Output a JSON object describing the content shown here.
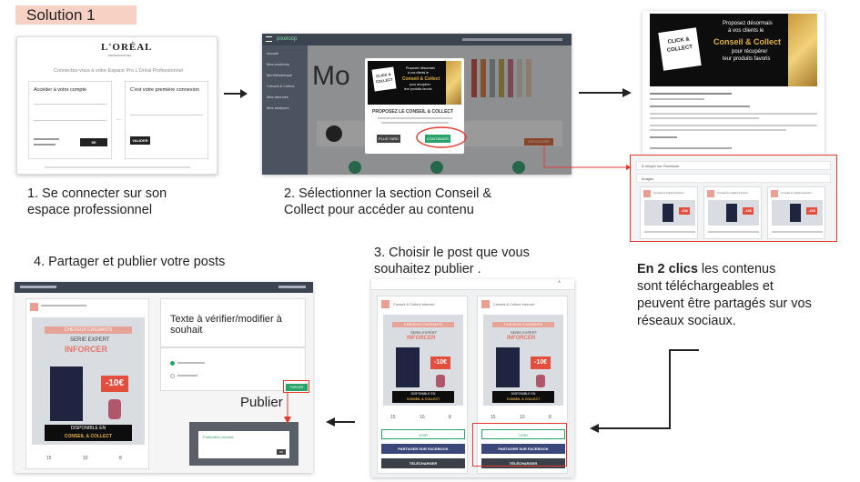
{
  "title": "Solution 1",
  "captions": {
    "step1": [
      "1. Se connecter sur son",
      "espace professionnel"
    ],
    "step2": [
      "2. Sélectionner la section Conseil &",
      "Collect pour accéder au contenu"
    ],
    "step3": [
      "3. Choisir le post que vous",
      "souhaitez publier ."
    ],
    "step4": "4. Partager et publier votre posts",
    "publier": "Publier",
    "clics_bold": "En 2 clics",
    "clics_rest": [
      " les contenus",
      "sont téléchargeables et",
      "peuvent être partagés sur vos",
      "réseaux sociaux."
    ]
  },
  "screen1": {
    "brand": "L'ORÉAL",
    "brand_sub": "PROFESSIONNEL",
    "welcome": "Connectez-vous à votre Espace Pro L'Oréal Professionnel",
    "login_title": "Accéder à votre compte",
    "first_title": "C'est votre première connexion",
    "login_button": "SE CONNECTER",
    "first_button": "VALIDER"
  },
  "screen2": {
    "logo": "pixeloop",
    "modal_title": "PROPOSEZ LE CONSEIL & COLLECT",
    "btn_more": "PLUS TARD",
    "btn_go": "CONTINUER",
    "orange_btn": "DECOUVRIR",
    "bg_text": "Mo",
    "sidebar": [
      "Accueil",
      "Mes contenus",
      "Ma bibliothèque",
      "Conseil & Collect",
      "Mes abonnés",
      "Mes analyses"
    ]
  },
  "promo": {
    "line1": "Proposez désormais",
    "line2": "à vos clients le",
    "line3": "Conseil & Collect",
    "line4": "pour récupérer",
    "line5": "leur produits favoris",
    "sticker": "CLICK & COLLECT"
  },
  "screen3": {
    "section_a": "À relayer sur Facebook",
    "section_b": "Images",
    "card_label": "Conseil & Collect Inforcer"
  },
  "posts": {
    "post_label": "Conseil & Collect Inforcer",
    "stripe": "CHEVEUX CASSANTS",
    "brand1": "SERIE EXPERT",
    "brand2": "INFORCER",
    "price": "-10€",
    "avail1": "DISPONIBLE EN",
    "avail2": "CONSEIL & COLLECT",
    "btn_voir": "VOIR",
    "btn_fb": "PARTAGER SUR FACEBOOK",
    "btn_dl": "TÉLÉCHARGER",
    "stats": [
      "15",
      "10",
      "8"
    ]
  },
  "screen5": {
    "edit_placeholder": "Texte à vérifier/modifier à souhait",
    "publish_btn": "PUBLIER",
    "success": "Publication réussie",
    "ok": "OK"
  },
  "colors": {
    "accent_red": "#e23b2e",
    "green": "#2aa36a",
    "navy": "#39477a",
    "title_bg": "#f7d1c3"
  }
}
